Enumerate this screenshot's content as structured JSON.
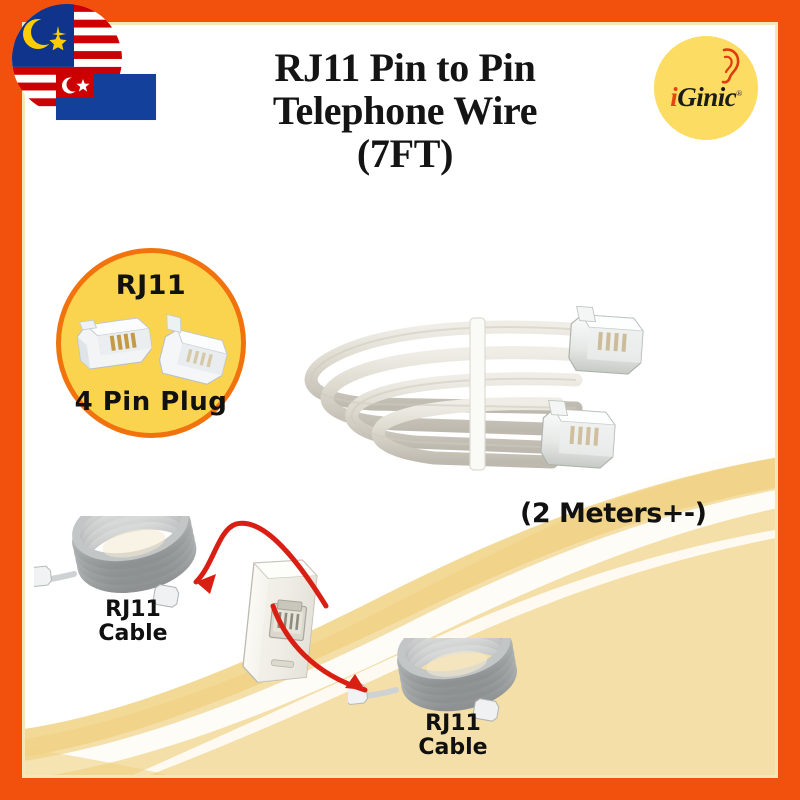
{
  "page": {
    "kind": "product-listing-image",
    "frame_color": "#F2510D",
    "accent_yellow": "#FBD44F",
    "panel_cream": "#F5DFA8"
  },
  "header": {
    "title_lines": [
      "RJ11 Pin to Pin",
      "Telephone Wire",
      "(7FT)"
    ],
    "title_line_1": "RJ11 Pin to Pin",
    "title_line_2": "Telephone Wire",
    "title_line_3": "(7FT)"
  },
  "flags": [
    {
      "name": "malaysia-flag",
      "shape": "circle"
    },
    {
      "name": "johor-flag",
      "shape": "rectangle"
    }
  ],
  "brand": {
    "name_i": "i",
    "name_rest": "Ginic",
    "registered_mark": "®",
    "badge_color": "#FCDC62",
    "icon": "ear-icon"
  },
  "badge": {
    "title": "RJ11",
    "subtitle": "4 Pin Plug",
    "fill": "#FBD44F",
    "ring": "#F2720E",
    "plugs_icon": "rj11-plug-icon"
  },
  "product": {
    "photo_label": "coiled-telephone-cable-photo"
  },
  "diagram": {
    "length_note": "(2 Meters+-)",
    "left_cable_label_line1": "RJ11",
    "left_cable_label_line2": "Cable",
    "right_cable_label_line1": "RJ11",
    "right_cable_label_line2": "Cable",
    "coupler_label": "rj11-coupler",
    "arrow_color": "#D91F14"
  }
}
